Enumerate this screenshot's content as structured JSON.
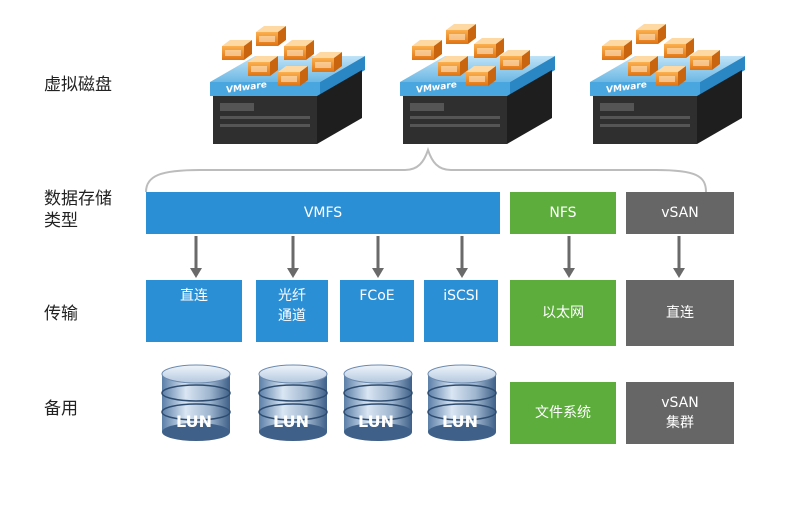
{
  "row_labels": {
    "virtual_disk": "虚拟磁盘",
    "storage_type": "数据存储\n类型",
    "transport": "传输",
    "backing": "备用"
  },
  "servers": [
    {
      "brand": "VMware"
    },
    {
      "brand": "VMware"
    },
    {
      "brand": "VMware"
    }
  ],
  "storage_types": {
    "vmfs": "VMFS",
    "nfs": "NFS",
    "vsan": "vSAN"
  },
  "transports": {
    "direct": "直连",
    "fc": "光纤\n通道",
    "fcoe": "FCoE",
    "iscsi": "iSCSI",
    "ethernet": "以太网",
    "vsan_direct": "直连"
  },
  "backing": {
    "lun_label": "LUN",
    "filesystem": "文件系统",
    "vsan_cluster": "vSAN\n集群"
  },
  "colors": {
    "blue": "#2b8fd6",
    "green": "#5cad3c",
    "gray": "#666666",
    "vm_orange": "#f08a24",
    "server_dark": "#3a3a3a"
  }
}
